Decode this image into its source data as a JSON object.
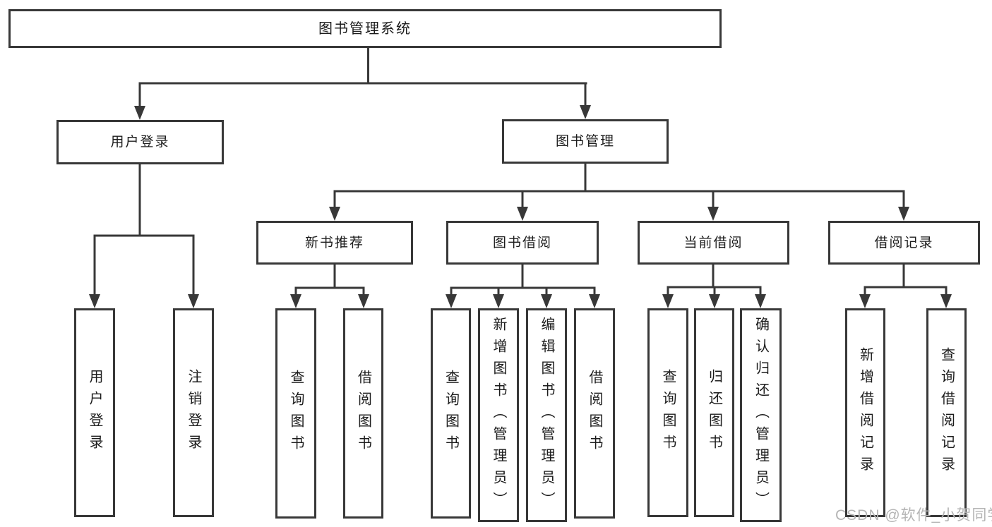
{
  "diagram": {
    "title_node": "图书管理系统",
    "nodes": {
      "root": {
        "label": "图书管理系统"
      },
      "user_login": {
        "label": "用户登录"
      },
      "book_mgmt": {
        "label": "图书管理"
      },
      "new_book_rec": {
        "label": "新书推荐"
      },
      "book_borrow": {
        "label": "图书借阅"
      },
      "current_borrow": {
        "label": "当前借阅"
      },
      "borrow_records": {
        "label": "借阅记录"
      },
      "leaf_user_login": {
        "label": "用户登录"
      },
      "leaf_logout": {
        "label": "注销登录"
      },
      "leaf_nb_query": {
        "label": "查询图书"
      },
      "leaf_nb_borrow": {
        "label": "借阅图书"
      },
      "leaf_bb_query": {
        "label": "查询图书"
      },
      "leaf_bb_add": {
        "label": "新增图书（管理员）"
      },
      "leaf_bb_edit": {
        "label": "编辑图书（管理员）"
      },
      "leaf_bb_borrow": {
        "label": "借阅图书"
      },
      "leaf_cb_query": {
        "label": "查询图书"
      },
      "leaf_cb_return": {
        "label": "归还图书"
      },
      "leaf_cb_confirm": {
        "label": "确认归还（管理员）"
      },
      "leaf_br_add": {
        "label": "新增借阅记录"
      },
      "leaf_br_query": {
        "label": "查询借阅记录"
      }
    },
    "hierarchy": {
      "图书管理系统": {
        "用户登录": [
          "用户登录",
          "注销登录"
        ],
        "图书管理": {
          "新书推荐": [
            "查询图书",
            "借阅图书"
          ],
          "图书借阅": [
            "查询图书",
            "新增图书（管理员）",
            "编辑图书（管理员）",
            "借阅图书"
          ],
          "当前借阅": [
            "查询图书",
            "归还图书",
            "确认归还（管理员）"
          ],
          "借阅记录": [
            "新增借阅记录",
            "查询借阅记录"
          ]
        }
      }
    },
    "watermark": {
      "text": "CSDN @软件_小贺同学"
    },
    "colors": {
      "line": "#383838",
      "text": "#1c1c1c",
      "watermark_gray": "#b5b5b5",
      "background": "#ffffff"
    }
  }
}
